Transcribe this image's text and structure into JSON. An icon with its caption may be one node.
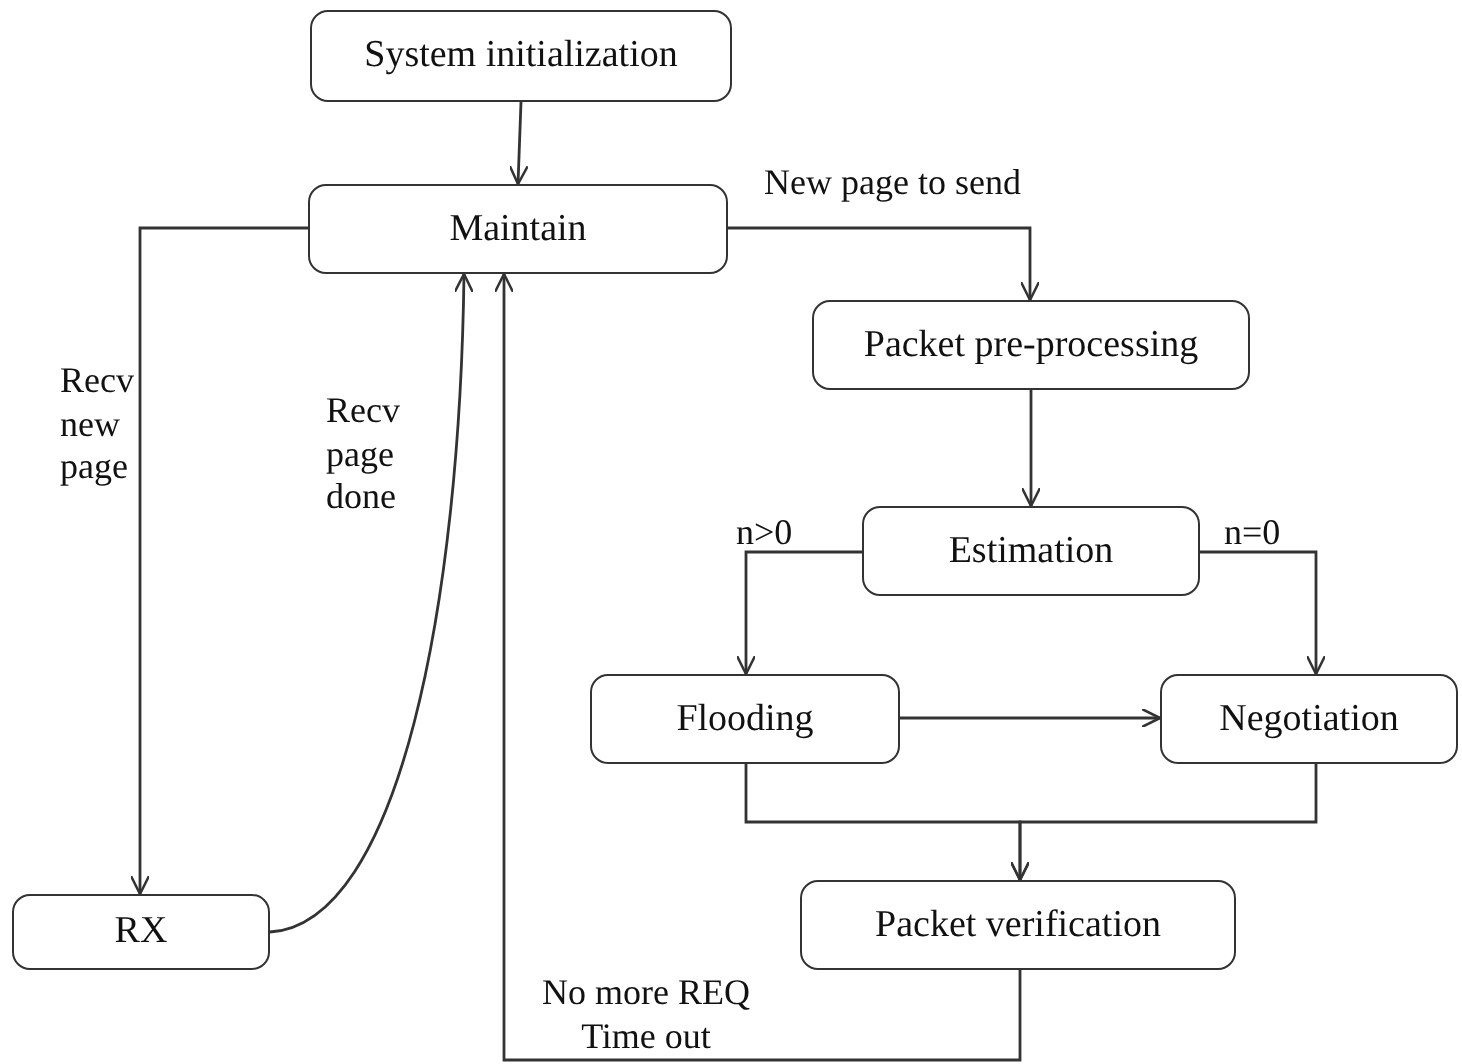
{
  "diagram": {
    "nodes": [
      {
        "text": [
          "System initialization"
        ]
      },
      {
        "text": [
          "Maintain"
        ]
      },
      {
        "text": [
          "Packet pre-processing"
        ]
      },
      {
        "text": [
          "Estimation"
        ]
      },
      {
        "text": [
          "Flooding"
        ]
      },
      {
        "text": [
          "Negotiation"
        ]
      },
      {
        "text": [
          "Packet verification"
        ]
      },
      {
        "text": [
          "RX"
        ]
      }
    ],
    "edges": [
      {
        "from": 0,
        "to": 1,
        "arrow": "to"
      },
      {
        "from": 1,
        "to": 7,
        "arrow": "to",
        "label": "Recv new page"
      },
      {
        "from": 7,
        "to": 1,
        "arrow": "to",
        "label": "Recv page done"
      },
      {
        "from": 1,
        "to": 2,
        "arrow": "to",
        "label": "New page to send"
      },
      {
        "from": 2,
        "to": 3,
        "arrow": "to"
      },
      {
        "from": 3,
        "to": 4,
        "arrow": "to",
        "label": "n>0"
      },
      {
        "from": 3,
        "to": 5,
        "arrow": "to",
        "label": "n=0"
      },
      {
        "from": 4,
        "to": 5,
        "arrow": "to"
      },
      {
        "from": 4,
        "to": 6,
        "arrow": "to"
      },
      {
        "from": 5,
        "to": 6,
        "arrow": "to"
      },
      {
        "from": 6,
        "to": 1,
        "arrow": "to",
        "label": "No more REQ Time out"
      }
    ]
  }
}
